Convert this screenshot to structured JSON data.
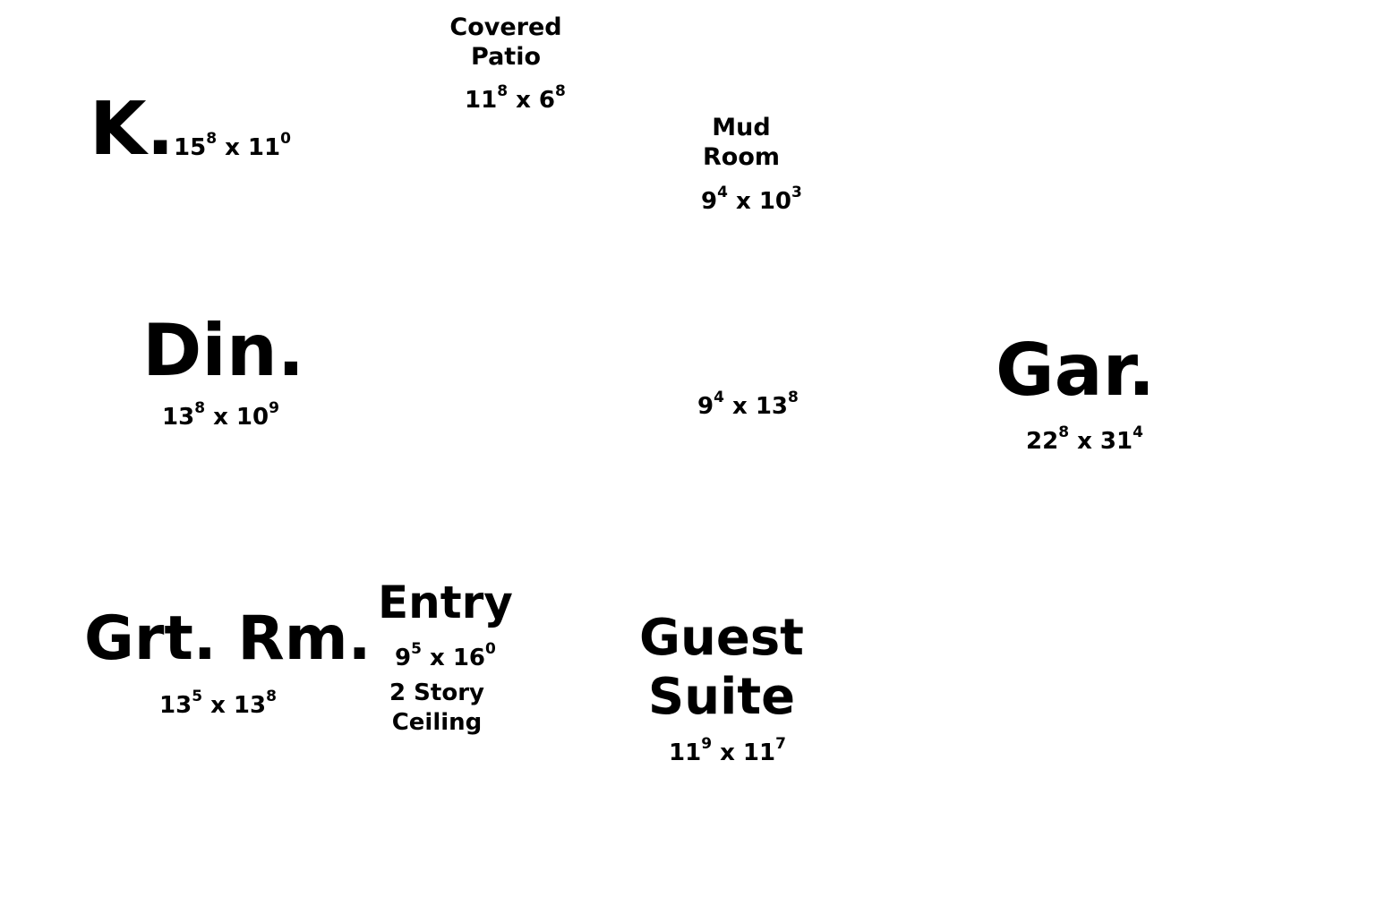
{
  "rooms": {
    "kitchen": {
      "name": "K.",
      "dim_a": "15",
      "dim_a_sup": "8",
      "dim_x": " x ",
      "dim_b": "11",
      "dim_b_sup": "0"
    },
    "covered_patio": {
      "name_line1": "Covered",
      "name_line2": "Patio",
      "dim_a": "11",
      "dim_a_sup": "8",
      "dim_x": " x ",
      "dim_b": "6",
      "dim_b_sup": "8"
    },
    "mud_room": {
      "name_line1": "Mud",
      "name_line2": "Room",
      "dim_a": "9",
      "dim_a_sup": "4",
      "dim_x": " x ",
      "dim_b": "10",
      "dim_b_sup": "3"
    },
    "dining": {
      "name": "Din.",
      "dim_a": "13",
      "dim_a_sup": "8",
      "dim_x": " x ",
      "dim_b": "10",
      "dim_b_sup": "9"
    },
    "unlabeled_room": {
      "dim_a": "9",
      "dim_a_sup": "4",
      "dim_x": " x ",
      "dim_b": "13",
      "dim_b_sup": "8"
    },
    "garage": {
      "name": "Gar.",
      "dim_a": "22",
      "dim_a_sup": "8",
      "dim_x": " x ",
      "dim_b": "31",
      "dim_b_sup": "4"
    },
    "great_room": {
      "name": "Grt. Rm.",
      "dim_a": "13",
      "dim_a_sup": "5",
      "dim_x": " x ",
      "dim_b": "13",
      "dim_b_sup": "8"
    },
    "entry": {
      "name": "Entry",
      "dim_a": "9",
      "dim_a_sup": "5",
      "dim_x": " x ",
      "dim_b": "16",
      "dim_b_sup": "0",
      "note_line1": "2 Story",
      "note_line2": "Ceiling"
    },
    "guest_suite": {
      "name_line1": "Guest",
      "name_line2": "Suite",
      "dim_a": "11",
      "dim_a_sup": "9",
      "dim_x": " x ",
      "dim_b": "11",
      "dim_b_sup": "7"
    }
  }
}
